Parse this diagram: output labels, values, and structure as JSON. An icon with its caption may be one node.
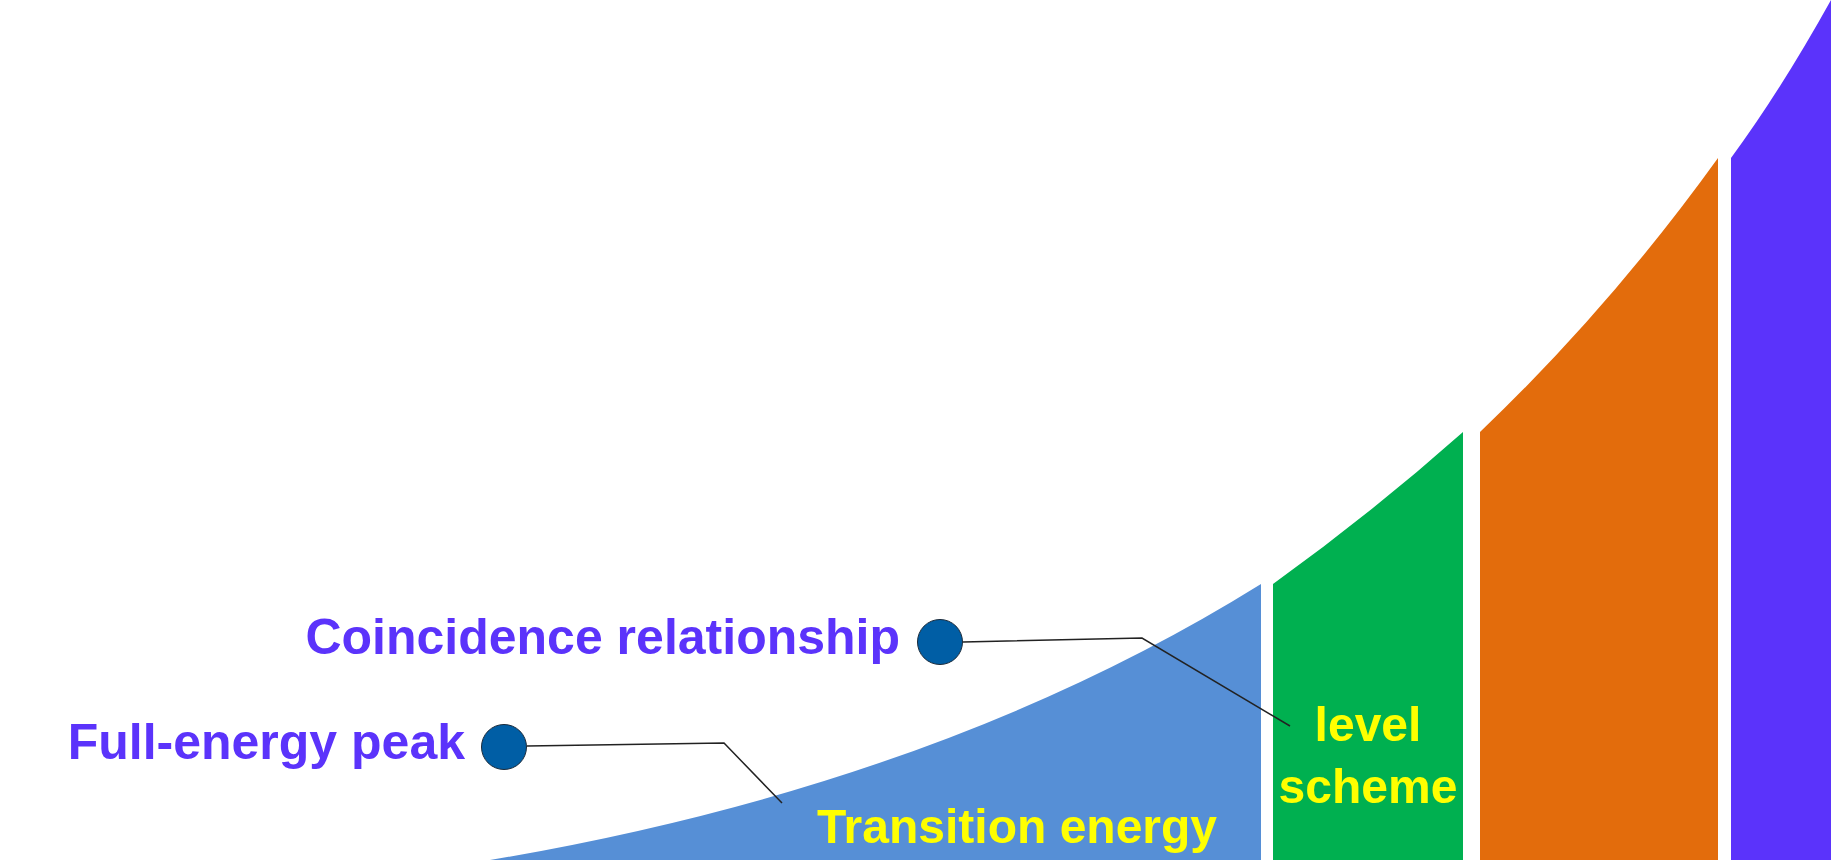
{
  "diagram": {
    "nodes": [
      {
        "text": [],
        "shape": "circle",
        "beside": [
          "Coincidence relationship"
        ]
      },
      {
        "text": [],
        "shape": "circle",
        "beside": [
          "Full-energy peak"
        ]
      },
      {
        "text": [
          "Transition energy"
        ]
      },
      {
        "text": [
          "level scheme"
        ]
      },
      {
        "text": [],
        "shape": "bar"
      },
      {
        "text": [],
        "shape": "bar"
      }
    ],
    "edges": [
      {
        "from": 0,
        "to": 3,
        "arrow": "none"
      },
      {
        "from": 1,
        "to": 2,
        "arrow": "none"
      }
    ]
  }
}
